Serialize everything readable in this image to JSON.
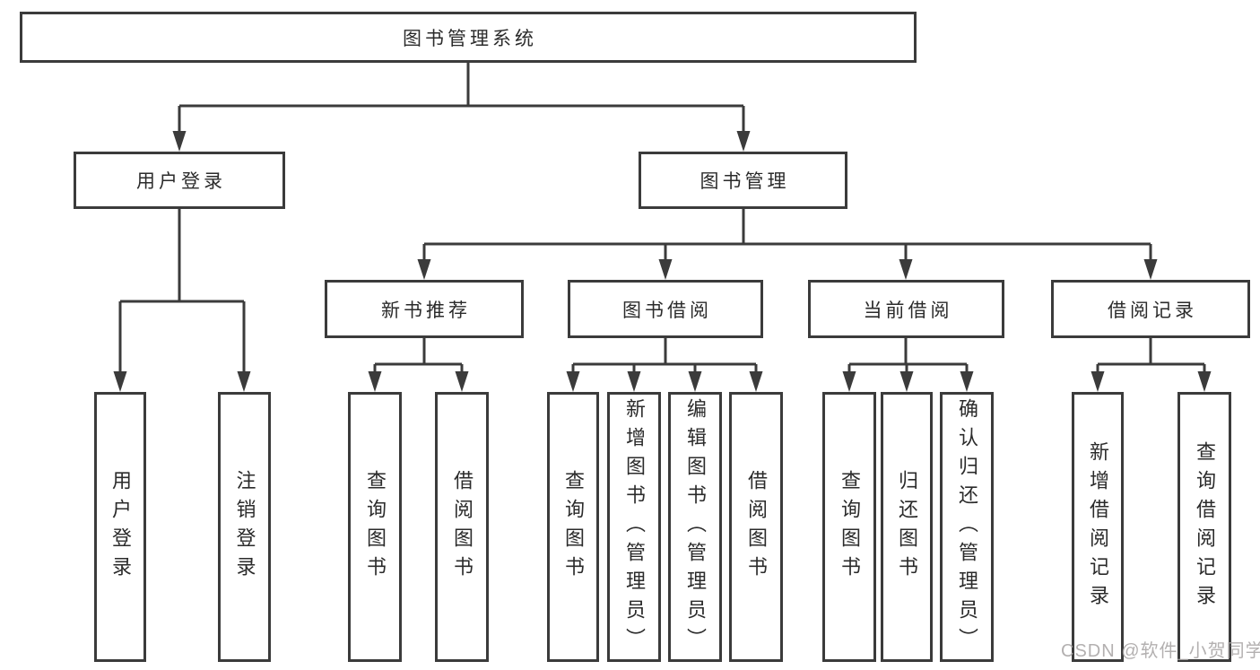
{
  "diagram": {
    "root": {
      "label": "图书管理系统"
    },
    "branches": [
      {
        "label": "用户登录",
        "children": [
          {
            "label": "用户登录"
          },
          {
            "label": "注销登录"
          }
        ]
      },
      {
        "label": "图书管理",
        "children": [
          {
            "label": "新书推荐",
            "children": [
              {
                "label": "查询图书"
              },
              {
                "label": "借阅图书"
              }
            ]
          },
          {
            "label": "图书借阅",
            "children": [
              {
                "label": "查询图书"
              },
              {
                "label": "新增图书（管理员）"
              },
              {
                "label": "编辑图书（管理员）"
              },
              {
                "label": "借阅图书"
              }
            ]
          },
          {
            "label": "当前借阅",
            "children": [
              {
                "label": "查询图书"
              },
              {
                "label": "归还图书"
              },
              {
                "label": "确认归还（管理员）"
              }
            ]
          },
          {
            "label": "借阅记录",
            "children": [
              {
                "label": "新增借阅记录"
              },
              {
                "label": "查询借阅记录"
              }
            ]
          }
        ]
      }
    ]
  },
  "watermark": {
    "text": "CSDN @软件_小贺同学"
  },
  "colors": {
    "line": "#3b3b3b",
    "text": "#2b2b2b",
    "watermark": "#a8a5a5",
    "background": "#ffffff"
  }
}
